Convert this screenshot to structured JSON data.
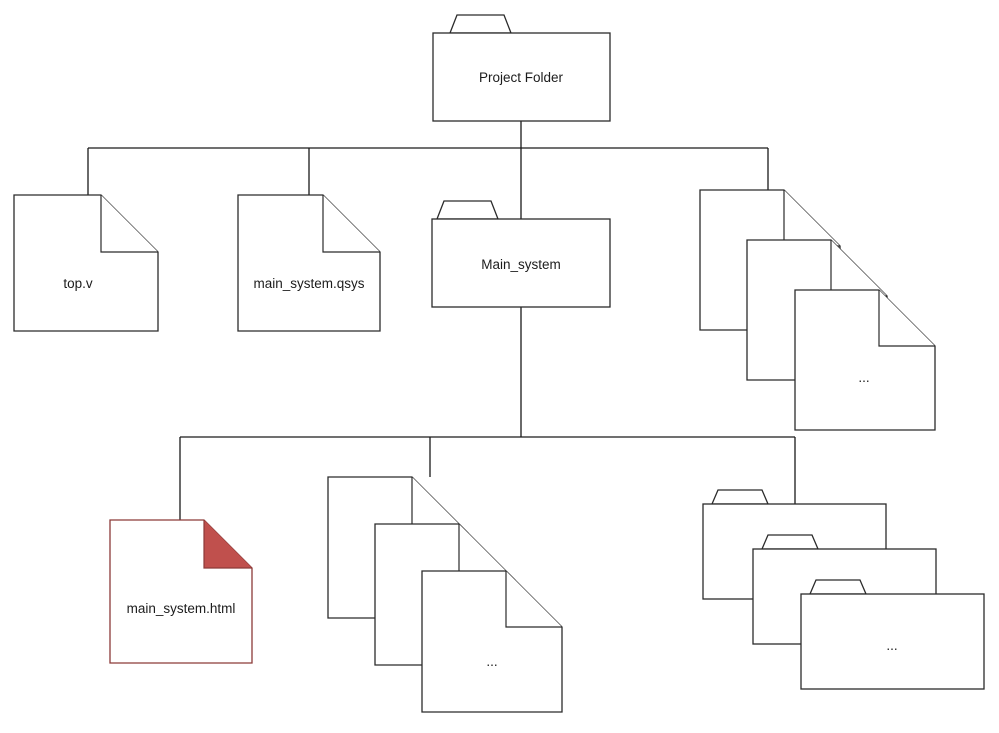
{
  "diagram": {
    "background": "#ffffff",
    "line_color": "#1a1a1a",
    "shape_fill": "#ffffff",
    "shape_stroke": "#2b2b2b",
    "nodes": {
      "project_folder": {
        "label": "Project Folder",
        "type": "folder"
      },
      "top_v": {
        "label": "top.v",
        "type": "document"
      },
      "main_system_qsys": {
        "label": "main_system.qsys",
        "type": "document"
      },
      "main_system": {
        "label": "Main_system",
        "type": "folder"
      },
      "more_files_root": {
        "label": "...",
        "type": "document-stack"
      },
      "main_system_html": {
        "label": "main_system.html",
        "type": "document",
        "fill": "#c0504d"
      },
      "more_files_main_system": {
        "label": "...",
        "type": "document-stack"
      },
      "more_folders_main_system": {
        "label": "...",
        "type": "folder-stack"
      }
    }
  }
}
